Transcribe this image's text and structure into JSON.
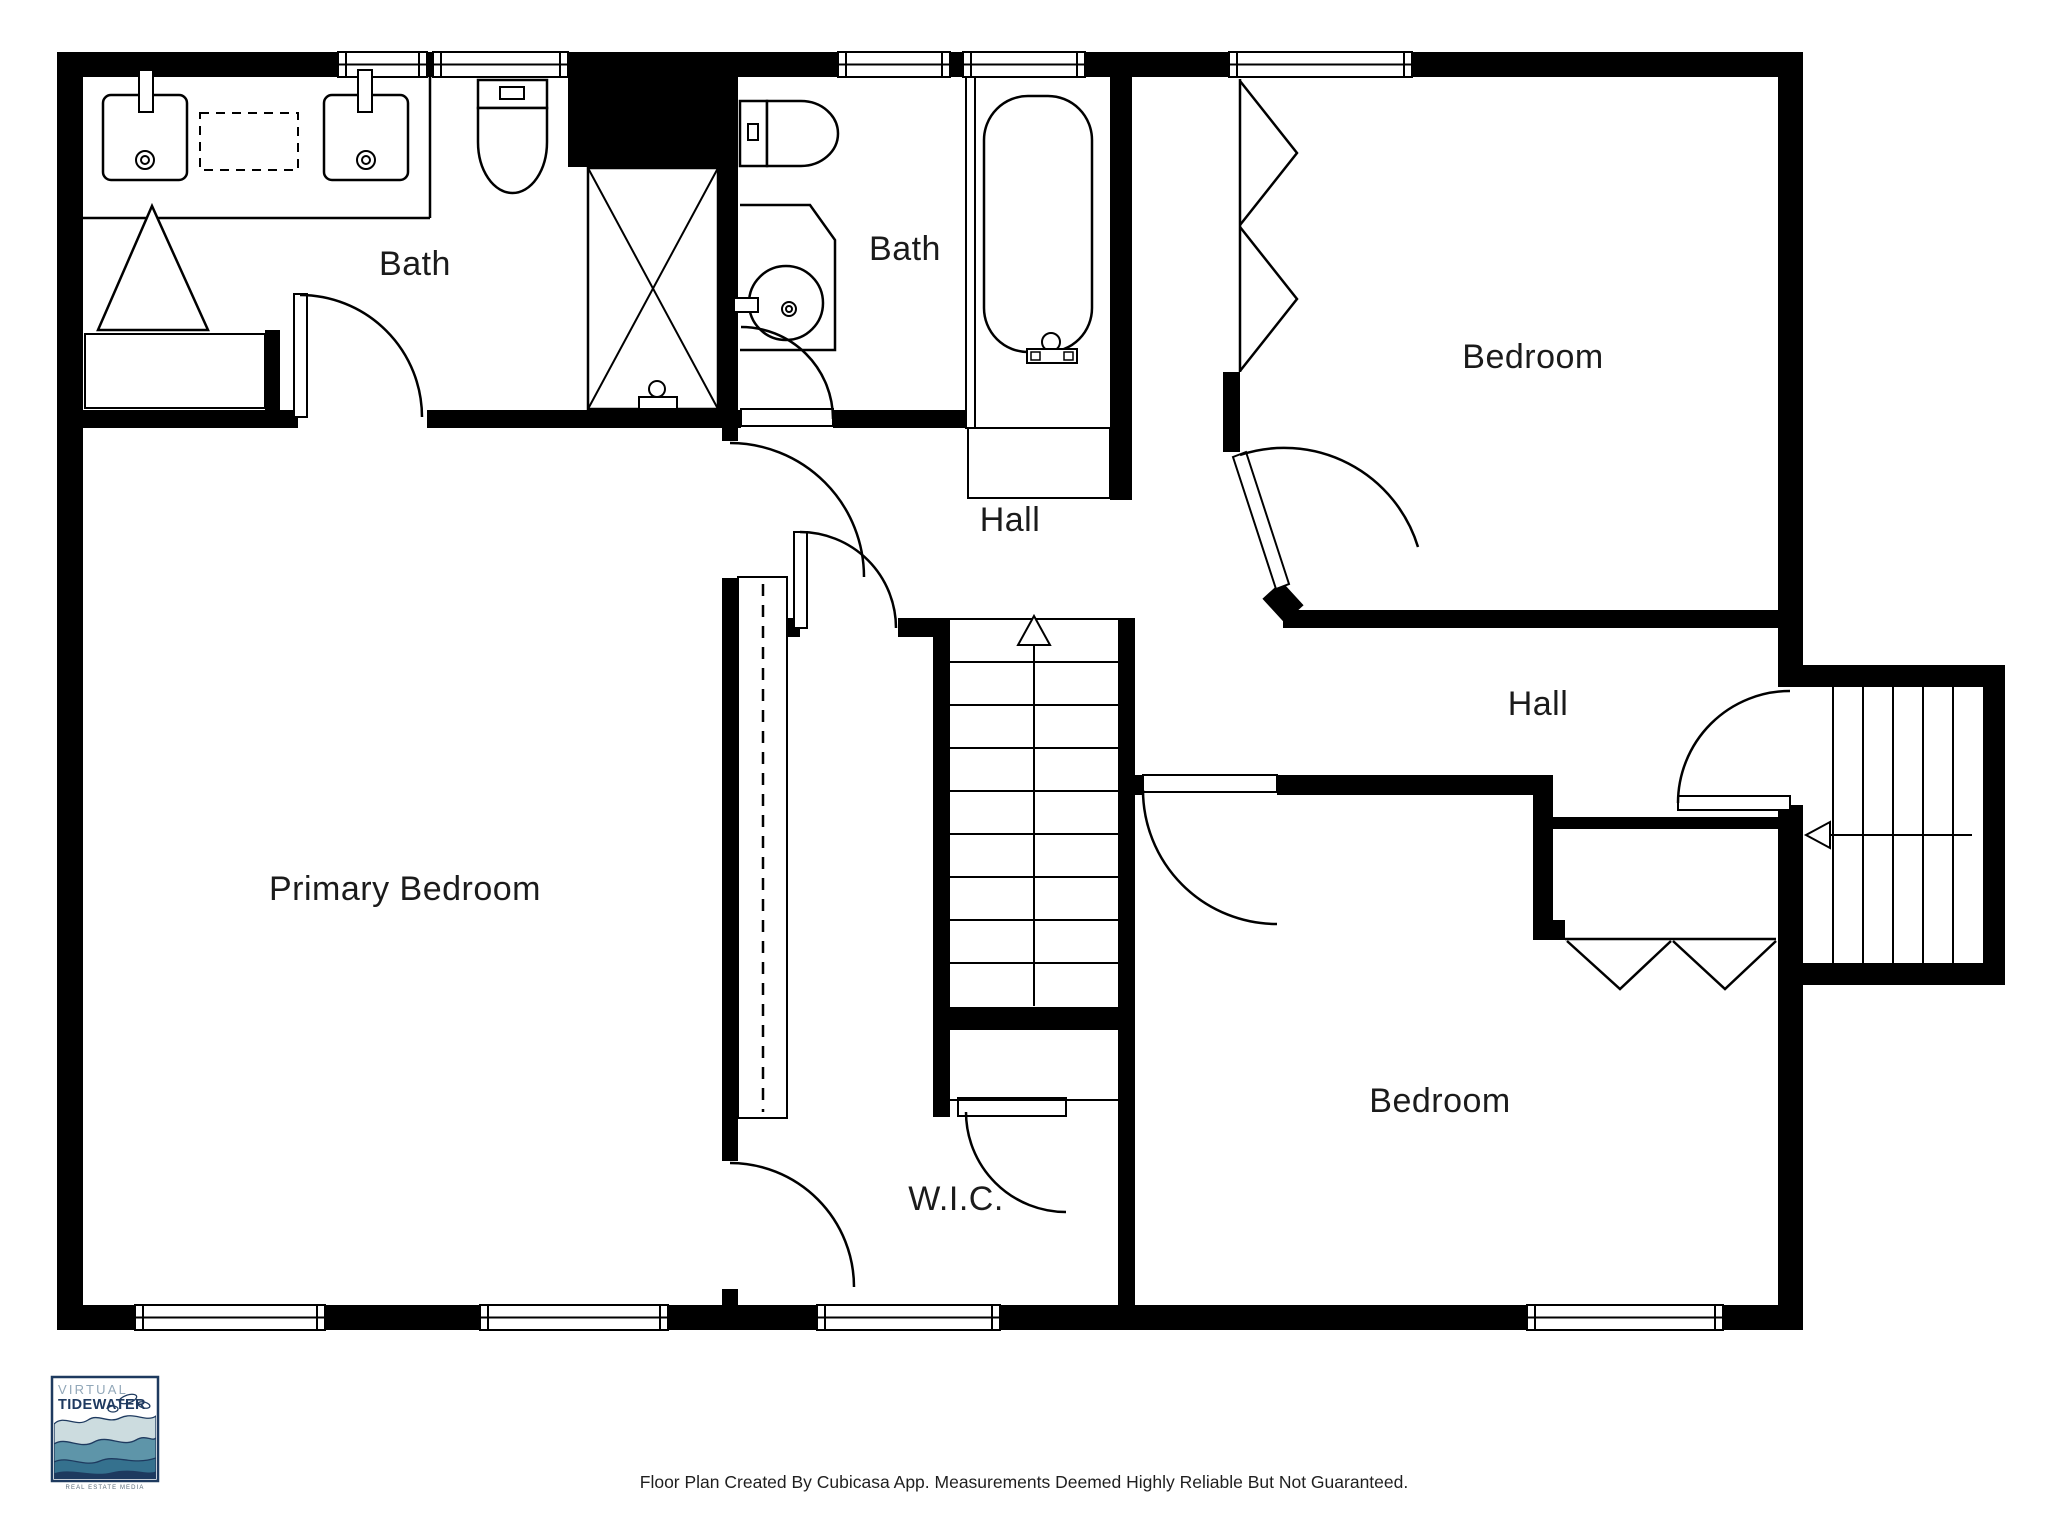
{
  "floor_plan": {
    "background_color": "#ffffff",
    "wall_color": "#000000",
    "line_color": "#000000",
    "rooms": [
      {
        "id": "bath-top-left",
        "label": "Bath"
      },
      {
        "id": "bath-top-middle",
        "label": "Bath"
      },
      {
        "id": "bedroom-top-right",
        "label": "Bedroom"
      },
      {
        "id": "hall-center",
        "label": "Hall"
      },
      {
        "id": "hall-right",
        "label": "Hall"
      },
      {
        "id": "primary-bedroom",
        "label": "Primary Bedroom"
      },
      {
        "id": "walk-in-closet",
        "label": "W.I.C."
      },
      {
        "id": "bedroom-bottom-right",
        "label": "Bedroom"
      }
    ],
    "stairs": [
      {
        "id": "stairs-center",
        "direction": "up"
      },
      {
        "id": "stairs-right",
        "direction": "left"
      }
    ]
  },
  "logo": {
    "line1": "VIRTUAL",
    "line2": "TIDEWATER",
    "tagline": "REAL ESTATE MEDIA",
    "border_color": "#1e3a5f",
    "line1_color": "#91a7b8",
    "line2_color": "#1f3a60",
    "wave_colors": [
      "#ccdcdf",
      "#5e95a9",
      "#35718e",
      "#1e3a5f"
    ]
  },
  "footer": {
    "text": "Floor Plan Created By Cubicasa App. Measurements Deemed Highly Reliable But Not Guaranteed."
  }
}
